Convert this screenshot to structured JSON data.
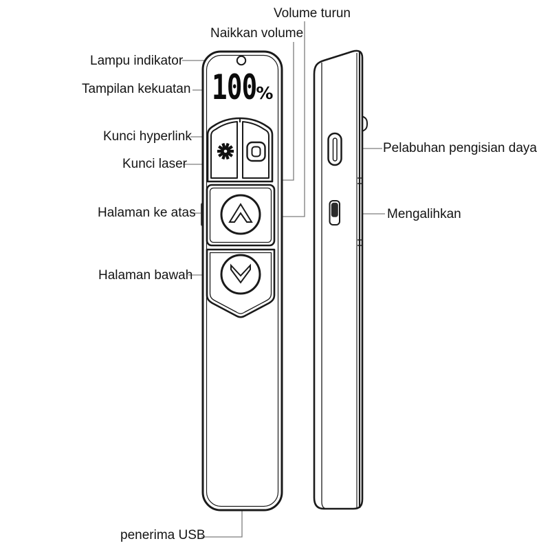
{
  "diagram_title": "wireless-presenter-annotated-diagram",
  "labels": {
    "volume_down": "Volume turun",
    "volume_up": "Naikkan volume",
    "indicator_light": "Lampu indikator",
    "power_display": "Tampilan kekuatan",
    "hyperlink_key": "Kunci hyperlink",
    "laser_key": "Kunci laser",
    "page_up": "Halaman ke atas",
    "page_down": "Halaman bawah",
    "charging_port": "Pelabuhan pengisian daya",
    "toggle_switch": "Mengalihkan",
    "usb_receiver": "penerima USB"
  },
  "display": {
    "value": "100",
    "unit": "%"
  },
  "icons": {
    "laser": "laser-burst-icon",
    "hyperlink": "rounded-square-icon",
    "page_up": "chevron-up-icon",
    "page_down": "chevron-down-icon",
    "indicator": "indicator-dot-icon"
  },
  "colors": {
    "line_art": "#1a1a1a",
    "leader_line": "#7d7d7d",
    "text": "#141414",
    "side_button_fill": "#3a3a3a",
    "background": "#ffffff"
  }
}
